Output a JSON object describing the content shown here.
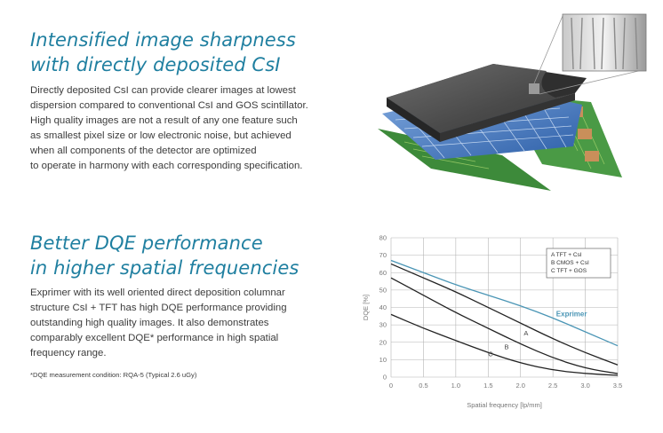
{
  "section1": {
    "heading": [
      "Intensified image sharpness",
      "with directly deposited CsI"
    ],
    "paragraph": [
      "Directly deposited CsI can provide clearer images at lowest",
      "dispersion compared to conventional CsI and GOS scintillator.",
      "High quality images are not a result of any one feature such",
      "as smallest pixel size or low electronic noise, but achieved",
      "when all components of the detector are optimized",
      "to operate in harmony with each corresponding specification."
    ]
  },
  "section2": {
    "heading": [
      "Better DQE performance",
      "in higher spatial frequencies"
    ],
    "paragraph": [
      "Exprimer with its well oriented direct deposition columnar",
      "structure CsI + TFT has high DQE performance providing",
      "outstanding high quality images. It also demonstrates",
      "comparably excellent DQE* performance in high spatial",
      "frequency range."
    ],
    "footnote": "*DQE measurement condition: RQA-5 (Typical 2.6 uGy)"
  },
  "colors": {
    "heading": "#1f7fa0",
    "exprimer_curve": "#4a95b5",
    "other_curves": "#222222",
    "grid": "#b5b5b5"
  },
  "chart_data": {
    "type": "line",
    "xlabel": "Spatial frequency [lp/mm]",
    "ylabel": "DQE [%]",
    "xlim": [
      0,
      3.5
    ],
    "ylim": [
      0,
      80
    ],
    "xticks": [
      "0",
      "0.5",
      "1.0",
      "1.5",
      "2.0",
      "2.5",
      "3.0",
      "3.5"
    ],
    "yticks": [
      "0",
      "10",
      "20",
      "30",
      "40",
      "50",
      "60",
      "70",
      "80"
    ],
    "grid": true,
    "legend_position": "top-right",
    "legend": [
      "A   TFT + CsI",
      "B   CMOS + CsI",
      "C   TFT + GOS"
    ],
    "series": [
      {
        "name": "Exprimer",
        "label": "Exprimer",
        "color": "#4a95b5",
        "x": [
          0,
          0.5,
          1.0,
          1.5,
          2.0,
          2.5,
          3.0,
          3.5
        ],
        "values": [
          67,
          60,
          53,
          47,
          41,
          34,
          26,
          18
        ]
      },
      {
        "name": "A",
        "label": "A",
        "color": "#222222",
        "x": [
          0,
          0.5,
          1.0,
          1.5,
          2.0,
          2.5,
          3.0,
          3.5
        ],
        "values": [
          65,
          57,
          49,
          40,
          31,
          22,
          14,
          7
        ]
      },
      {
        "name": "B",
        "label": "B",
        "color": "#222222",
        "x": [
          0,
          0.5,
          1.0,
          1.5,
          2.0,
          2.5,
          3.0,
          3.5
        ],
        "values": [
          57,
          47,
          37,
          28,
          19,
          11,
          5,
          2
        ]
      },
      {
        "name": "C",
        "label": "C",
        "color": "#222222",
        "x": [
          0,
          0.5,
          1.0,
          1.5,
          2.0,
          2.5,
          3.0,
          3.5
        ],
        "values": [
          36,
          28,
          21,
          14,
          8,
          4,
          2,
          1
        ]
      }
    ],
    "annotations": [
      {
        "text": "A",
        "x": 2.05,
        "y": 24
      },
      {
        "text": "B",
        "x": 1.75,
        "y": 16
      },
      {
        "text": "C",
        "x": 1.5,
        "y": 12
      },
      {
        "text": "Exprimer",
        "x": 2.55,
        "y": 35
      }
    ]
  }
}
